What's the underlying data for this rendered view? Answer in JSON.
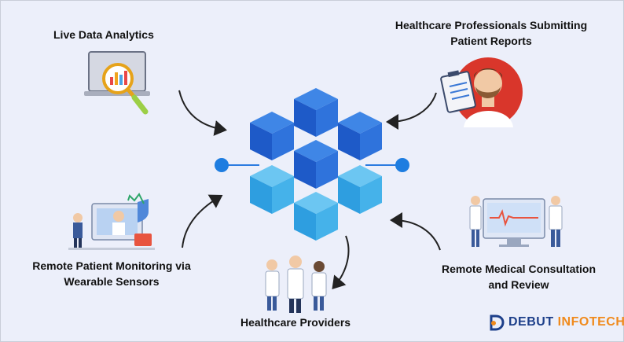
{
  "labels": {
    "live_data_analytics": "Live Data Analytics",
    "professionals_line1": "Healthcare Professionals Submitting",
    "professionals_line2": "Patient Reports",
    "remote_monitoring_line1": "Remote Patient Monitoring via",
    "remote_monitoring_line2": "Wearable Sensors",
    "healthcare_providers": "Healthcare Providers",
    "remote_consultation_line1": "Remote Medical Consultation",
    "remote_consultation_line2": "and Review"
  },
  "logo": {
    "word1": "DEBUT",
    "word2": "INFOTECH"
  },
  "colors": {
    "background": "#eceffa",
    "cube_dark": "#1f5fcf",
    "cube_light": "#3aa7e6",
    "node": "#1e7de0",
    "logo_blue": "#1d3f8a",
    "logo_orange": "#f08a1c",
    "doctor_circle": "#d9362b"
  }
}
